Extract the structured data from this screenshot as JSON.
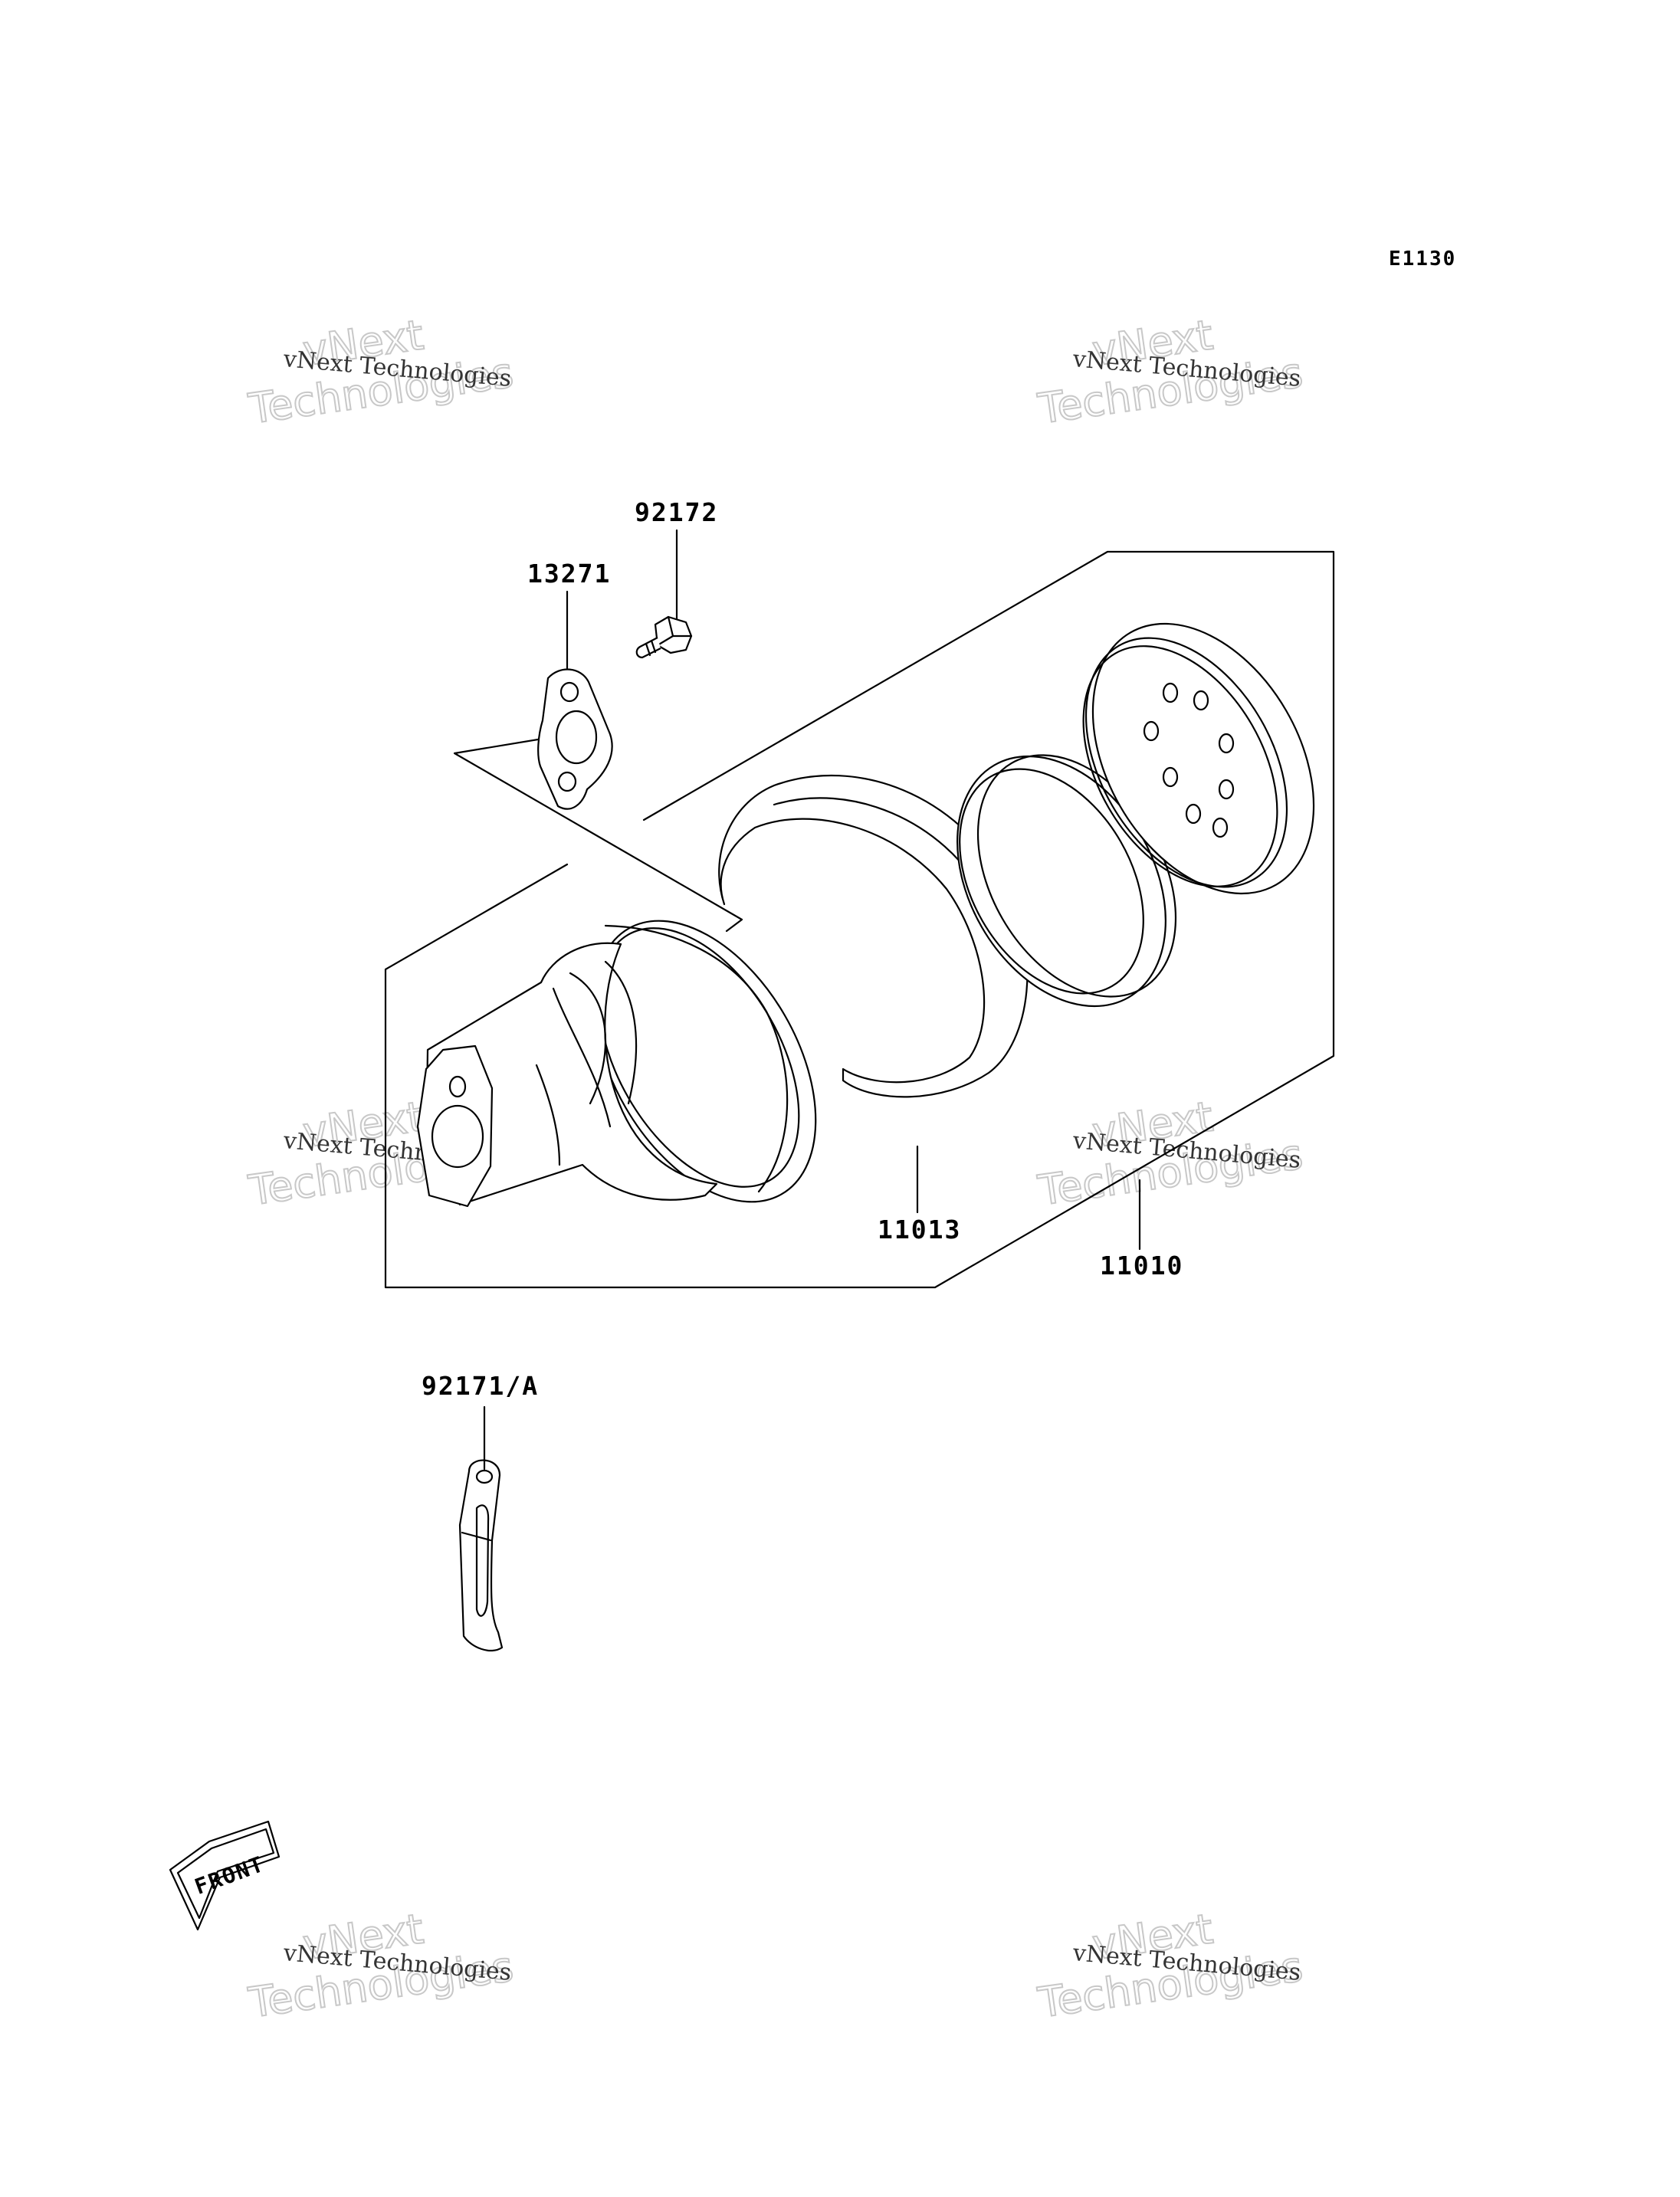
{
  "diagram_code": "E1130",
  "parts": {
    "p92172": "92172",
    "p13271": "13271",
    "p11013": "11013",
    "p11010": "11010",
    "p92171a": "92171/A"
  },
  "front_marker": "FRONT",
  "watermark": {
    "line1": "vNext Technologies",
    "overlay1": "vNext",
    "overlay2": "Technologies"
  }
}
